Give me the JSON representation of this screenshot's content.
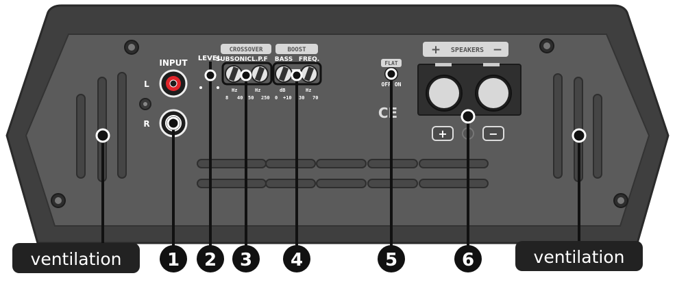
{
  "colors": {
    "panel": "#5a5a5a",
    "panel_dark": "#3d3d3d",
    "label_bg": "#222222",
    "accent_red": "#e0242a",
    "white": "#ffffff"
  },
  "labels": {
    "input": "INPUT",
    "left": "L",
    "right": "R",
    "level": "LEVEL",
    "crossover": "CROSSOVER",
    "boost": "BOOST",
    "subsonic": "SUBSONIC",
    "lpf": "L.P.F",
    "bass": "BASS",
    "freq": "FREQ.",
    "flat": "FLAT",
    "off_on": "OFF ON",
    "speakers": "SPEAKERS",
    "ce": "CE",
    "plus": "+",
    "minus": "−",
    "subsonic_scale": "Hz",
    "subsonic_min": "8",
    "subsonic_max": "40",
    "lpf_scale": "Hz",
    "lpf_min": "50",
    "lpf_max": "250",
    "bass_scale": "dB",
    "bass_min": "0",
    "bass_max": "+10",
    "freq_scale": "Hz",
    "freq_min": "30",
    "freq_max": "70"
  },
  "callouts": {
    "ventilation_left": "ventilation",
    "ventilation_right": "ventilation",
    "n1": "1",
    "n2": "2",
    "n3": "3",
    "n4": "4",
    "n5": "5",
    "n6": "6"
  }
}
